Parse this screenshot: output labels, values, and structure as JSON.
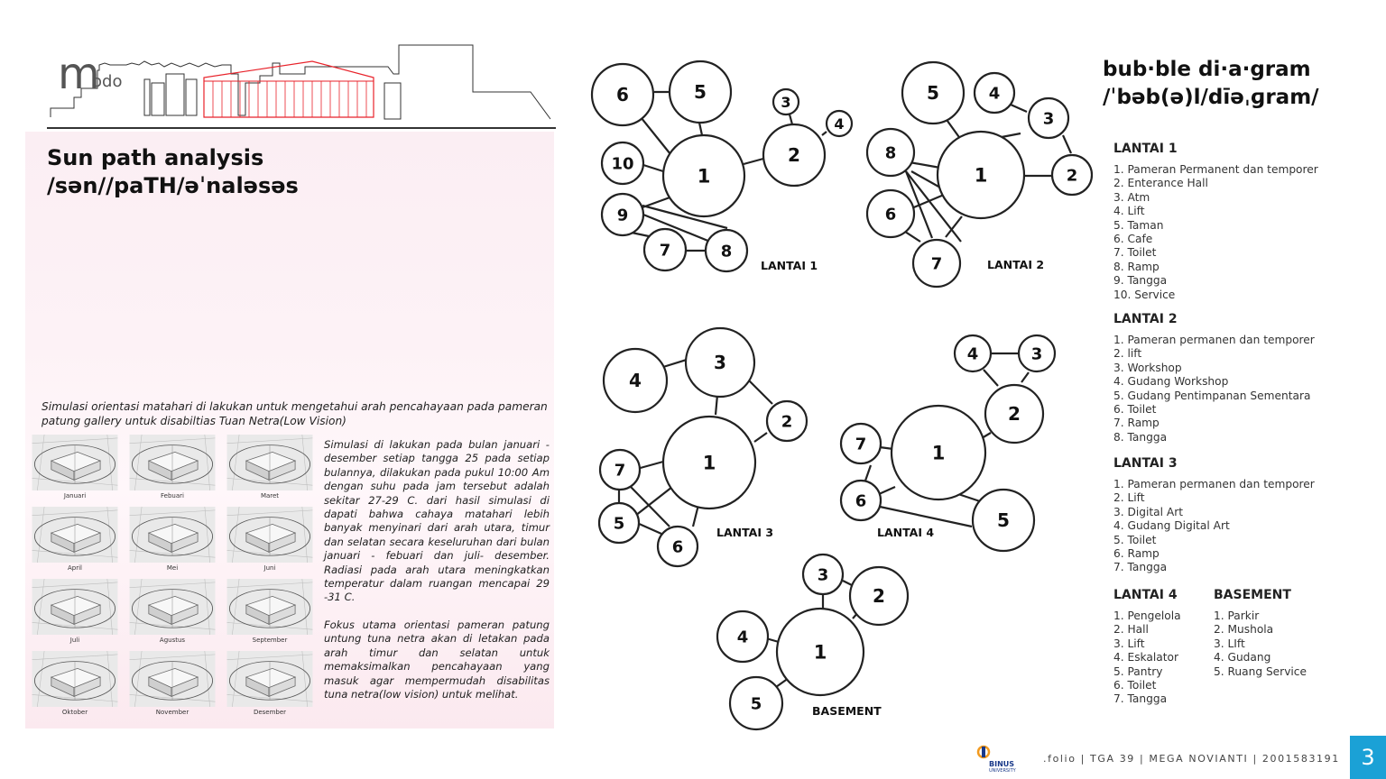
{
  "logo": {
    "text_m": "m",
    "text_odo": "odo"
  },
  "left": {
    "title_line1": "Sun path analysis",
    "title_line2": "/sən//paTH/əˈnaləsəs",
    "intro": "Simulasi orientasi matahari di lakukan untuk mengetahui arah pencahayaan pada pameran patung gallery untuk disabiltias Tuan Netra(Low Vision)",
    "para1": "Simulasi di lakukan pada bulan januari - desember setiap tangga 25 pada setiap bulannya, dilakukan pada pukul 10:00 Am dengan suhu pada jam tersebut adalah sekitar 27-29 C. dari hasil simulasi di dapati bahwa cahaya matahari lebih banyak menyinari dari arah utara, timur dan selatan secara keseluruhan dari bulan januari - febuari dan juli- desember.  Radiasi pada arah utara meningkatkan temperatur dalam ruangan mencapai 29 -31 C.",
    "para2": "Fokus utama orientasi pameran patung untung tuna netra akan di letakan  pada arah timur dan selatan untuk memaksimalkan pencahayaan yang masuk agar mempermudah disabilitas tuna netra(low vision) untuk melihat.",
    "months": [
      "Januari",
      "Febuari",
      "Maret",
      "April",
      "Mei",
      "Juni",
      "Juli",
      "Agustus",
      "September",
      "Oktober",
      "November",
      "Desember"
    ]
  },
  "right": {
    "title_line1": "bub·ble di·a·gram",
    "title_line2": "/ˈbəb(ə)l/dīəˌɡram/",
    "diagram_labels": {
      "lantai1": "LANTAI 1",
      "lantai2": "LANTAI 2",
      "lantai3": "LANTAI 3",
      "lantai4": "LANTAI 4",
      "basement": "BASEMENT"
    },
    "legend": {
      "lantai1": {
        "title": "LANTAI 1",
        "items": [
          "1. Pameran Permanent dan temporer",
          "2. Enterance Hall",
          "3. Atm",
          "4. Lift",
          "5. Taman",
          "6. Cafe",
          "7. Toilet",
          "8. Ramp",
          "9. Tangga",
          "10. Service"
        ]
      },
      "lantai2": {
        "title": "LANTAI 2",
        "items": [
          "1. Pameran permanen dan temporer",
          "2. lift",
          "3. Workshop",
          "4. Gudang Workshop",
          "5. Gudang Pentimpanan Sementara",
          "6. Toilet",
          "7. Ramp",
          "8. Tangga"
        ]
      },
      "lantai3": {
        "title": "LANTAI 3",
        "items": [
          "1. Pameran permanen dan temporer",
          "2. Lift",
          "3. Digital Art",
          "4. Gudang Digital Art",
          "5. Toilet",
          "6. Ramp",
          "7. Tangga"
        ]
      },
      "lantai4": {
        "title": "LANTAI 4",
        "items": [
          "1. Pengelola",
          "2. Hall",
          "3. Lift",
          "4. Eskalator",
          "5. Pantry",
          "6. Toilet",
          "7. Tangga"
        ]
      },
      "basement": {
        "title": "BASEMENT",
        "items": [
          "1. Parkir",
          "2. Mushola",
          "3. LIft",
          "4. Gudang",
          "5. Ruang Service"
        ]
      }
    }
  },
  "footer": {
    "text": ".folio | TGA 39 | MEGA NOVIANTI | 2001583191",
    "page": "3",
    "university": "BINUS",
    "university_sub": "UNIVERSITY"
  },
  "colors": {
    "accent_blue": "#1ba1d6",
    "logo_red": "#e8222a",
    "panel_pink": "#fbeef3"
  }
}
